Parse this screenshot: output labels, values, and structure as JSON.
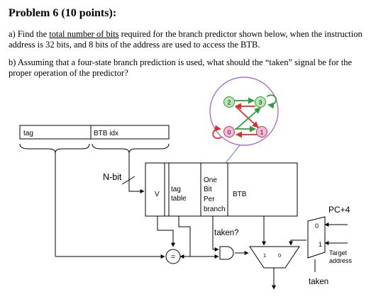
{
  "problem": {
    "title": "Problem 6 (10 points):",
    "a_prefix": "a) Find the ",
    "a_underlined": "total number of bits",
    "a_suffix": " required for the branch predictor shown below, when the instruction address is 32 bits, and 8 bits of the address are used to access the BTB.",
    "b_text": "b) Assuming that a four-state branch prediction is used, what should the “taken” signal be for the proper operation of the predictor?"
  },
  "diagram": {
    "states": [
      "2",
      "3",
      "0",
      "1"
    ],
    "address_fields": {
      "tag": "tag",
      "btb_idx": "BTB idx"
    },
    "nbit_label": "N-bit",
    "table_cols": {
      "v": "V",
      "tag_line1": "tag",
      "tag_line2": "table",
      "one": "One",
      "bit": "Bit",
      "per": "Per",
      "branch": "branch",
      "btb": "BTB"
    },
    "taken_q": "taken?",
    "pc4": "PC+4",
    "mux_in0": "0",
    "mux_in1": "1",
    "target_line1": "Target",
    "target_line2": "address",
    "taken_label": "taken",
    "eq_symbol": "=",
    "inner_mux_1": "1",
    "inner_mux_0": "0",
    "colors": {
      "green": "#2e9d3a",
      "red": "#d8302c",
      "pink": "#ef8fd0",
      "blue": "#6f93c9"
    }
  }
}
